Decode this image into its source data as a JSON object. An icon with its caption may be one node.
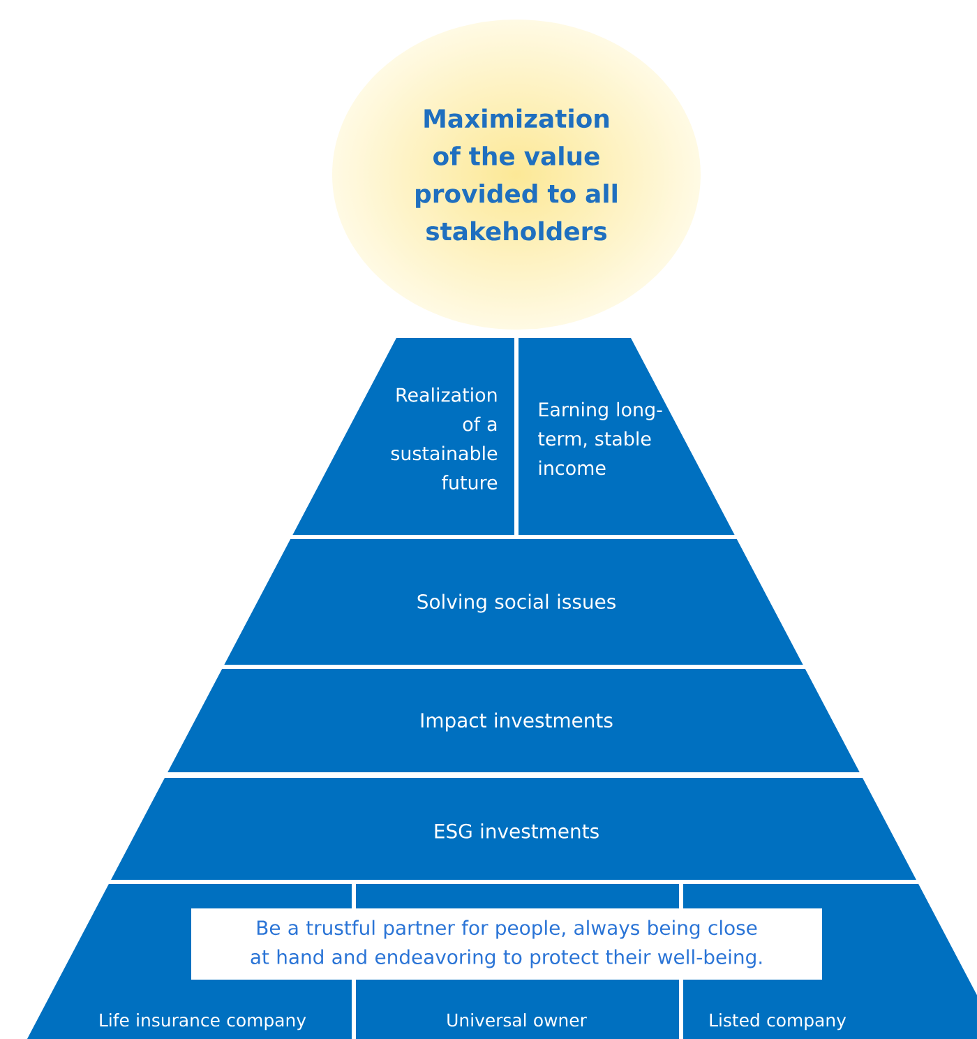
{
  "diagram": {
    "nodes": [
      {
        "text": [
          "Maximization of the value provided to all stakeholders"
        ]
      },
      {
        "text": [
          "Realization of a sustainable future"
        ]
      },
      {
        "text": [
          "Earning long-term, stable income"
        ]
      },
      {
        "text": [
          "Solving social issues"
        ]
      },
      {
        "text": [
          "Impact investments"
        ]
      },
      {
        "text": [
          "ESG investments"
        ]
      },
      {
        "text": [
          "Life insurance company"
        ]
      },
      {
        "text": [
          "Universal owner"
        ]
      },
      {
        "text": [
          "Listed company"
        ]
      },
      {
        "text": [
          "Be a trustful partner for people, always being close at hand and endeavoring to protect their well-being."
        ]
      }
    ]
  }
}
